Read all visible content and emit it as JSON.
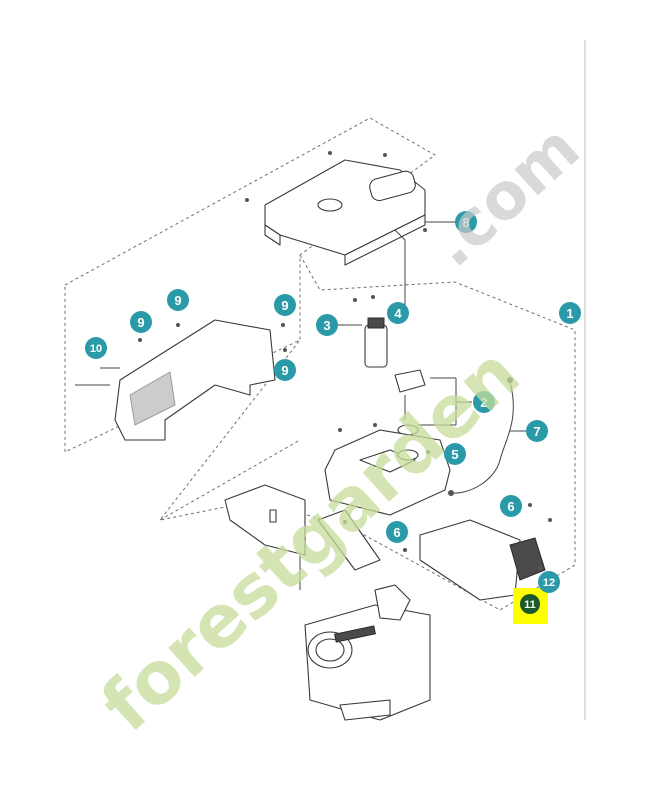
{
  "diagram": {
    "callouts": [
      {
        "id": "c1",
        "label": "1"
      },
      {
        "id": "c2",
        "label": "2"
      },
      {
        "id": "c3",
        "label": "3"
      },
      {
        "id": "c4",
        "label": "4"
      },
      {
        "id": "c5",
        "label": "5"
      },
      {
        "id": "c6a",
        "label": "6"
      },
      {
        "id": "c6b",
        "label": "6"
      },
      {
        "id": "c7",
        "label": "7"
      },
      {
        "id": "c8",
        "label": "8"
      },
      {
        "id": "c9a",
        "label": "9"
      },
      {
        "id": "c9b",
        "label": "9"
      },
      {
        "id": "c9c",
        "label": "9"
      },
      {
        "id": "c10",
        "label": "10"
      },
      {
        "id": "c11",
        "label": "11"
      },
      {
        "id": "c12",
        "label": "12"
      }
    ],
    "highlight_color": "#ffff00",
    "callout_color": "#2a9aa8"
  },
  "watermark": {
    "text_main": "forestgarden",
    "text_suffix": ".com",
    "color_main": "#c6dd9a",
    "color_suffix": "#c9c9c9"
  }
}
